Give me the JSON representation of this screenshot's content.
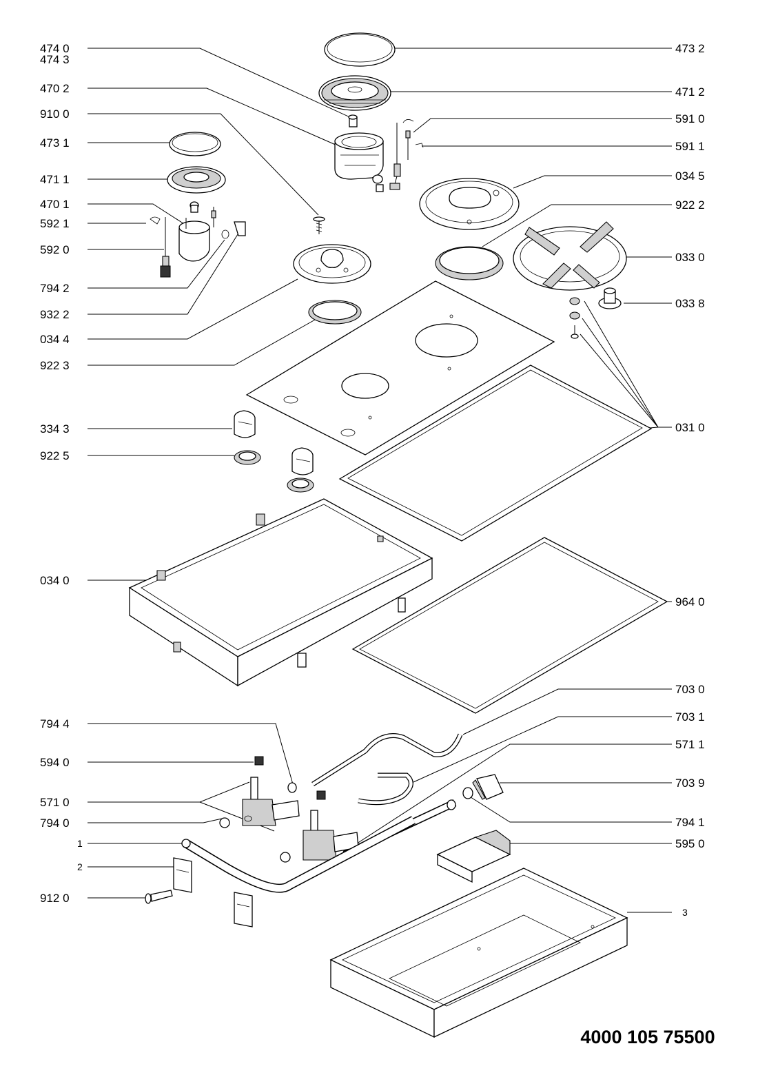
{
  "document_number": "4000 105 75500",
  "labels_left": [
    {
      "id": "474-0",
      "text": "474 0"
    },
    {
      "id": "474-3",
      "text": "474 3"
    },
    {
      "id": "470-2",
      "text": "470 2"
    },
    {
      "id": "910-0",
      "text": "910 0"
    },
    {
      "id": "473-1",
      "text": "473 1"
    },
    {
      "id": "471-1",
      "text": "471 1"
    },
    {
      "id": "470-1",
      "text": "470 1"
    },
    {
      "id": "592-1",
      "text": "592 1"
    },
    {
      "id": "592-0",
      "text": "592 0"
    },
    {
      "id": "794-2",
      "text": "794 2"
    },
    {
      "id": "932-2",
      "text": "932 2"
    },
    {
      "id": "034-4",
      "text": "034 4"
    },
    {
      "id": "922-3",
      "text": "922 3"
    },
    {
      "id": "334-3",
      "text": "334 3"
    },
    {
      "id": "922-5",
      "text": "922 5"
    },
    {
      "id": "034-0",
      "text": "034 0"
    },
    {
      "id": "794-4",
      "text": "794 4"
    },
    {
      "id": "594-0",
      "text": "594 0"
    },
    {
      "id": "571-0",
      "text": "571 0"
    },
    {
      "id": "794-0",
      "text": "794 0"
    },
    {
      "id": "1",
      "text": "1"
    },
    {
      "id": "2",
      "text": "2"
    },
    {
      "id": "912-0",
      "text": "912 0"
    }
  ],
  "labels_right": [
    {
      "id": "473-2",
      "text": "473 2"
    },
    {
      "id": "471-2",
      "text": "471 2"
    },
    {
      "id": "591-0",
      "text": "591 0"
    },
    {
      "id": "591-1",
      "text": "591 1"
    },
    {
      "id": "034-5",
      "text": "034 5"
    },
    {
      "id": "922-2",
      "text": "922 2"
    },
    {
      "id": "033-0",
      "text": "033 0"
    },
    {
      "id": "033-8",
      "text": "033 8"
    },
    {
      "id": "031-0",
      "text": "031 0"
    },
    {
      "id": "964-0",
      "text": "964 0"
    },
    {
      "id": "703-0",
      "text": "703 0"
    },
    {
      "id": "703-1",
      "text": "703 1"
    },
    {
      "id": "571-1",
      "text": "571 1"
    },
    {
      "id": "703-9",
      "text": "703 9"
    },
    {
      "id": "794-1",
      "text": "794 1"
    },
    {
      "id": "595-0",
      "text": "595 0"
    },
    {
      "id": "3",
      "text": "3"
    }
  ]
}
